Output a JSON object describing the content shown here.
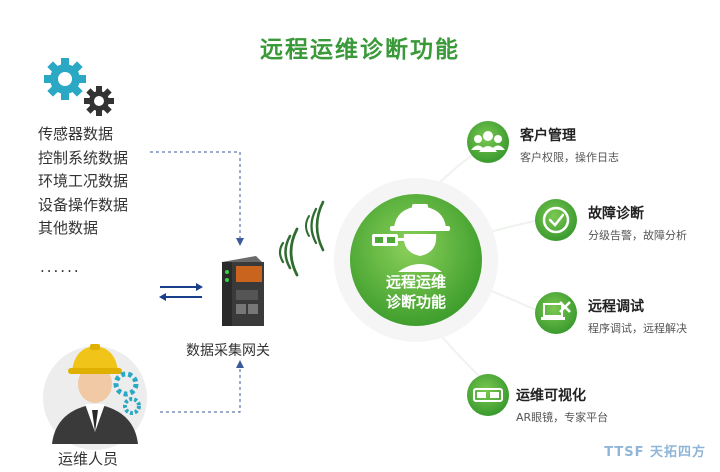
{
  "title": "远程运维诊断功能",
  "data_sources": [
    "传感器数据",
    "控制系统数据",
    "环境工况数据",
    "设备操作数据",
    "其他数据"
  ],
  "ellipsis": "......",
  "gateway_label": "数据采集网关",
  "person_label": "运维人员",
  "center_label_line1": "远程运维",
  "center_label_line2": "诊断功能",
  "features": [
    {
      "title": "客户管理",
      "subtitle": "客户权限，操作日志",
      "icon": "users-icon"
    },
    {
      "title": "故障诊断",
      "subtitle": "分级告警，故障分析",
      "icon": "check-icon"
    },
    {
      "title": "远程调试",
      "subtitle": "程序调试，远程解决",
      "icon": "laptop-tools-icon"
    },
    {
      "title": "运维可视化",
      "subtitle": "AR眼镜，专家平台",
      "icon": "ar-glasses-icon"
    }
  ],
  "watermark": "TTSF 天拓四方",
  "colors": {
    "green": "#3a9a3a",
    "green_light": "#6cc04a",
    "icon_blue": "#2aa8c4",
    "gear_dark": "#333333"
  }
}
